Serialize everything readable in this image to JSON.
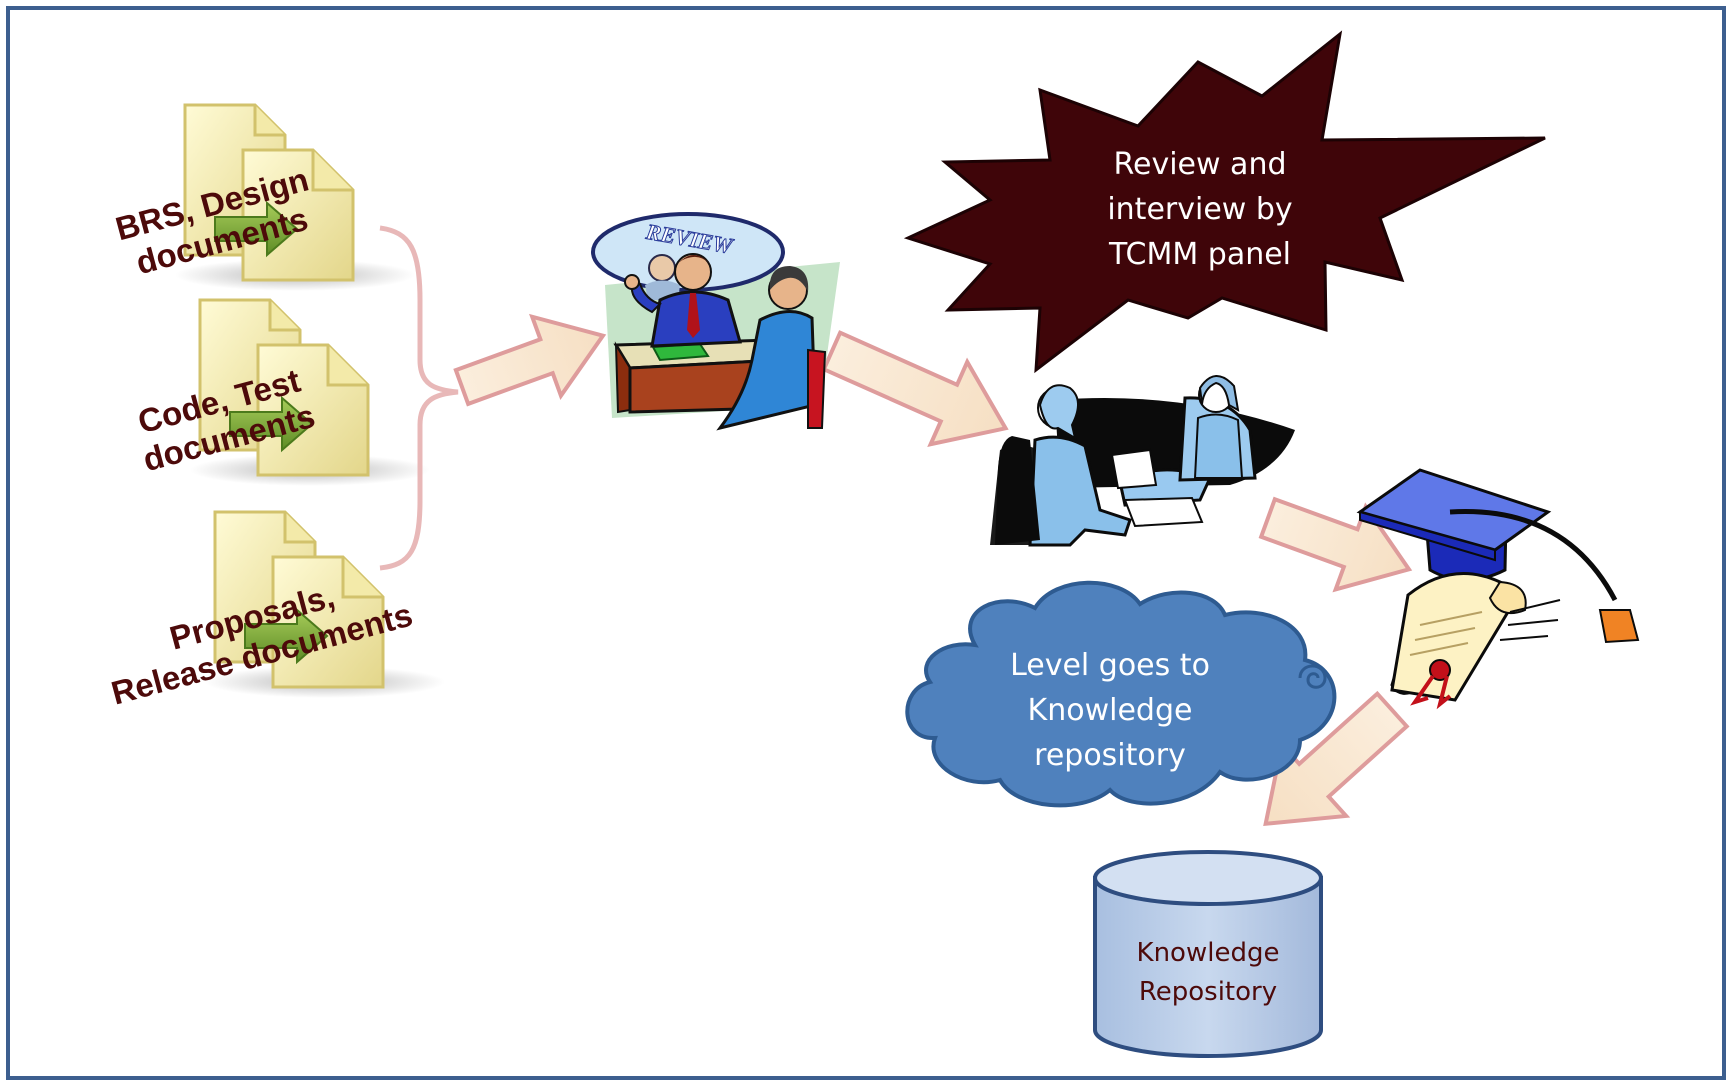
{
  "documents": [
    {
      "line1": "BRS, Design",
      "line2": "documents"
    },
    {
      "line1": "Code, Test",
      "line2": "documents"
    },
    {
      "line1": "Proposals,",
      "line2": "Release documents"
    }
  ],
  "review_clipart": {
    "sign": "REVIEW"
  },
  "burst": {
    "line1": "Review and",
    "line2": "interview  by",
    "line3": "TCMM panel"
  },
  "cloud": {
    "line1": "Level goes to",
    "line2": "Knowledge",
    "line3": "repository"
  },
  "repository": {
    "line1": "Knowledge",
    "line2": "Repository"
  },
  "colors": {
    "frame": "#3d5f8f",
    "doc_label": "#4d0a0a",
    "arrow_fill": "#f9e6c9",
    "arrow_stroke": "#de9c9c",
    "burst": "#3f0509",
    "cloud": "#4f81bd",
    "cylinder": "#b9cde8",
    "cylinder_stroke": "#2e4d80"
  }
}
